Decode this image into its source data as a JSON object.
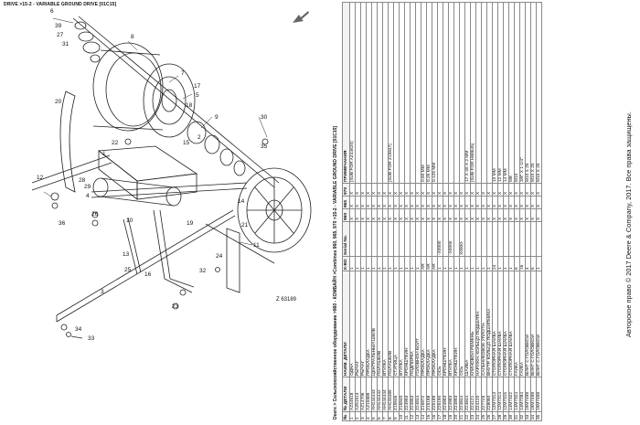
{
  "header": {
    "left_title": "DRIVE >15-2 - VARIABLE GROUND DRIVE [01C15]",
    "right_title": "Deere > Сельскохозяйственное оборудование >960 - КОМБАЙН >Combines 960, 965, 970 >15-2 - VARIABLE GROUND DRIVE [01C15]"
  },
  "diagram": {
    "figure_id": "Z 63189",
    "callouts": [
      "6",
      "39",
      "27",
      "31",
      "8",
      "20",
      "7",
      "17",
      "5",
      "18",
      "9",
      "22",
      "15",
      "2",
      "1",
      "12",
      "28",
      "29",
      "4",
      "36",
      "26",
      "10",
      "13",
      "16",
      "25",
      "14",
      "32",
      "24",
      "21",
      "11",
      "19",
      "23",
      "30",
      "3",
      "35",
      "34",
      "33"
    ]
  },
  "table": {
    "headers": [
      "№",
      "№ ДЕТАЛИ",
      "НАИМ. ДЕТАЛИ",
      "К-ВО",
      "Serial No.",
      "960",
      "965",
      "970",
      "ПРИМЕЧАНИЯ"
    ],
    "rows": [
      [
        "1",
        "AZ44618",
        "ОДНА",
        "1",
        "",
        "X",
        "X",
        "X",
        "[SUB FOR AZ44620]"
      ],
      [
        "2",
        "AZ51513",
        "РЫЧАГ",
        "1",
        "",
        "X",
        "X",
        "X",
        ""
      ],
      [
        "3",
        "AZ14706",
        "РЫЧАГ",
        "1",
        "",
        "X",
        "X",
        "X",
        ""
      ],
      [
        "4",
        "AZ15989",
        "ПРОКЛАДКА",
        "1",
        "",
        "X",
        "X",
        "X",
        ""
      ],
      [
        "5",
        "AH144443",
        "ЦЕНТРАЛЬНЫЙ ШКИВ",
        "1",
        "",
        "X",
        "X",
        "X",
        ""
      ],
      [
        "6",
        "AH144442",
        "ПОЛУШКИВ",
        "1",
        "",
        "X",
        "X",
        "X",
        ""
      ],
      [
        "7",
        "AH144444",
        "ВТУЛКА",
        "1",
        "",
        "X",
        "X",
        "X",
        ""
      ],
      [
        "8",
        "AH133489",
        "ПОЛУШКИВ",
        "1",
        "",
        "X",
        "X",
        "X",
        "[SUB FOR Z15947]"
      ],
      [
        "9",
        "Z15946",
        "СТУПИЦА",
        "1",
        "",
        "X",
        "X",
        "X",
        ""
      ],
      [
        "10",
        "Z15940",
        "ВТУЛКА",
        "1",
        "",
        "X",
        "X",
        "X",
        ""
      ],
      [
        "11",
        "Z24993",
        "КРОНШТЕЙН",
        "1",
        "",
        "X",
        "X",
        "X",
        ""
      ],
      [
        "12",
        "Z24953",
        "ПОДПОРКА",
        "1",
        "",
        "X",
        "X",
        "X",
        ""
      ],
      [
        "13",
        "Z24844",
        "ГОЛОВНОЙ БОЛТ",
        "1",
        "",
        "X",
        "X",
        "X",
        ""
      ],
      [
        "14",
        "Z15972",
        "ПРОКЛАДКА",
        "AR",
        "",
        "X",
        "X",
        "X",
        "0.50 MM"
      ],
      [
        "15",
        "Z15188",
        "ПРОКЛАДКА",
        "AR",
        "",
        "X",
        "X",
        "X",
        "0.25 MM"
      ],
      [
        "16",
        "Z25189",
        "ПРОКЛАДКА",
        "AR",
        "",
        "X",
        "X",
        "X",
        "0.125 MM"
      ],
      [
        "17",
        "Z25190",
        "ОСЬ",
        "1",
        "-X0000",
        "X",
        "X",
        "X",
        ""
      ],
      [
        "18",
        "Z24993",
        "КРОНШТЕЙН",
        "1",
        "",
        "X",
        "X",
        "X",
        ""
      ],
      [
        "19",
        "Z24983",
        "ВТУЛКА",
        "1",
        "-X0000",
        "X",
        "X",
        "X",
        ""
      ],
      [
        "20",
        "Z24993",
        "КРОНШТЕЙН",
        "1",
        "",
        "X",
        "X",
        "X",
        ""
      ],
      [
        "21",
        "Z24844",
        "ОСЬ",
        "1",
        "X0000-",
        "X",
        "X",
        "X",
        ""
      ],
      [
        "22",
        "Z24844",
        "ШАЙБА",
        "1",
        "",
        "X",
        "X",
        "X",
        "17 X 40 X 2 MM"
      ],
      [
        "23",
        "Z24121",
        "КЛИНОВОЙ РЕМЕНЬ",
        "1",
        "",
        "X",
        "X",
        "X",
        "[SUB FOR H68645]"
      ],
      [
        "24",
        "Z24120",
        "НАРУЖН. КОЛЬЦО ПОДШИПН.",
        "1",
        "",
        "X",
        "X",
        "X",
        ""
      ],
      [
        "25",
        "Z27729",
        "САЛЬНИКОВОЕ УПЛОТН.",
        "1",
        "",
        "X",
        "X",
        "X",
        ""
      ],
      [
        "26",
        "Z28090",
        "ВНУТР. КОЛЬЦО ПОДШИПНИКА",
        "1",
        "",
        "X",
        "X",
        "X",
        ""
      ],
      [
        "27",
        "12M7313",
        "СТОПОРНАЯ ШАЙБА",
        "24",
        "",
        "X",
        "X",
        "X",
        "10 MM"
      ],
      [
        "28",
        "12M7314",
        "СТОПОРНАЯ ШАЙБА",
        "1",
        "",
        "X",
        "X",
        "X",
        "12 MM"
      ],
      [
        "29",
        "12M7315",
        "СТОПОРНАЯ ШАЙБА",
        "1",
        "",
        "X",
        "X",
        "X",
        "14 MM"
      ],
      [
        "30",
        "14M7322",
        "СТОПОРНАЯ ШАЙБА",
        "1",
        "",
        "X",
        "X",
        "X",
        "M8"
      ],
      [
        "31",
        "14M7324",
        "ГАЙКА",
        "6",
        "",
        "X",
        "X",
        "X",
        "M10"
      ],
      [
        "32",
        "14M7284",
        "ГАЙКА",
        "16",
        "",
        "X",
        "X",
        "X",
        "3/8\" X 1-1/4\""
      ],
      [
        "33",
        "19M7498",
        "ВИНТ С ГОЛОВКОЙ",
        "4",
        "",
        "X",
        "X",
        "X",
        "M10 X 25"
      ],
      [
        "34",
        "19M7498",
        "ВИНТ С ГОЛОВКОЙ",
        "6",
        "",
        "X",
        "X",
        "X",
        "M10 X 25"
      ],
      [
        "35",
        "19M7498",
        "ВИНТ С ГОЛОВКОЙ",
        "1",
        "",
        "X",
        "X",
        "X",
        "M10 X 25"
      ]
    ]
  },
  "footer": {
    "copyright": "Авторское право © 2017 Deere & Company, 2017. Все права защищены."
  }
}
